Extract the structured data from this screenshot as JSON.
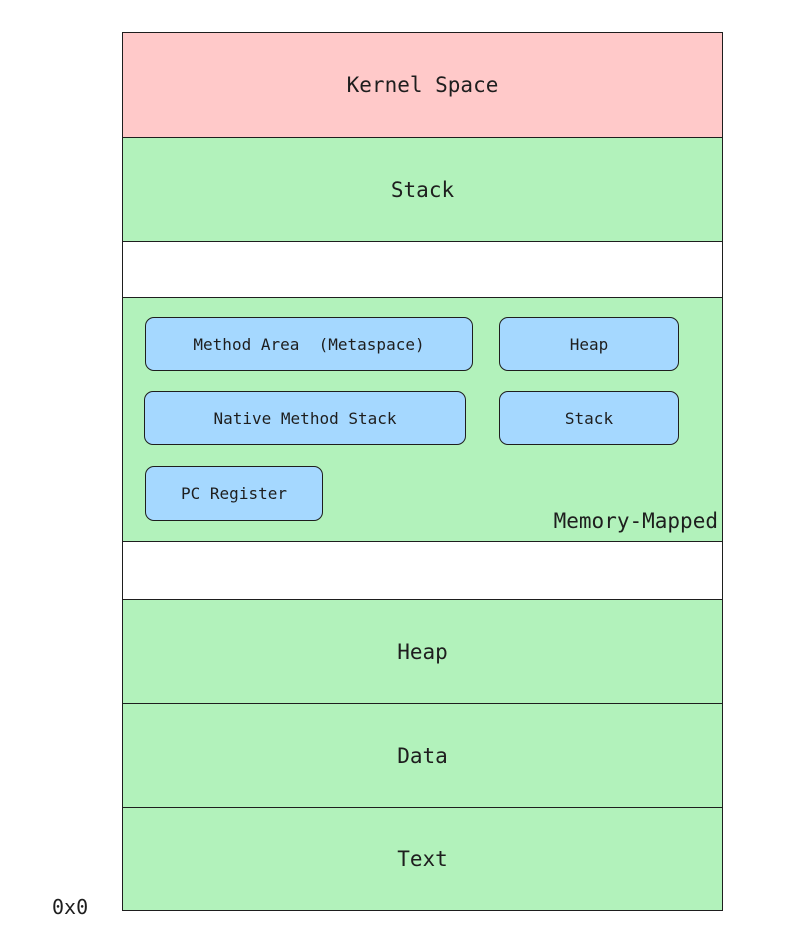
{
  "diagram": {
    "kernel_space": "Kernel Space",
    "stack": "Stack",
    "memory_mapped": {
      "label": "Memory-Mapped",
      "boxes": {
        "method_area": "Method Area  (Metaspace)",
        "heap": "Heap",
        "native_method_stack": "Native Method Stack",
        "stack": "Stack",
        "pc_register": "PC Register"
      }
    },
    "heap": "Heap",
    "data": "Data",
    "text": "Text",
    "origin_address": "0x0"
  },
  "colors": {
    "kernel": "#ffc9c9",
    "segment": "#b2f2bb",
    "jvm_box": "#a5d8ff",
    "stroke": "#1e1e1e"
  }
}
